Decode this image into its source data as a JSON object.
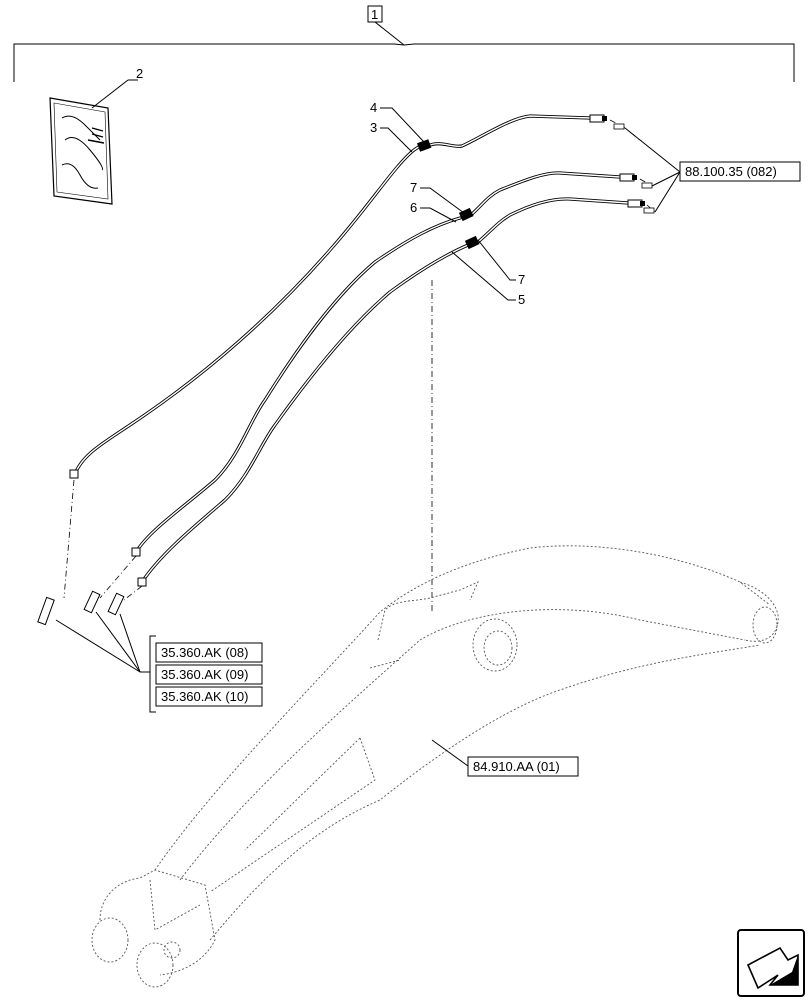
{
  "callouts": {
    "assembly": "1",
    "item2": "2",
    "item3": "3",
    "item4": "4",
    "item5": "5",
    "item6": "6",
    "item7a": "7",
    "item7b": "7"
  },
  "references": {
    "ref_88100": "88.100.35 (082)",
    "ref_35360_08": "35.360.AK (08)",
    "ref_35360_09": "35.360.AK (09)",
    "ref_35360_10": "35.360.AK (10)",
    "ref_84910": "84.910.AA (01)"
  },
  "icons": {
    "nav": "back-arrow-icon",
    "manual": "document-bag-icon"
  }
}
